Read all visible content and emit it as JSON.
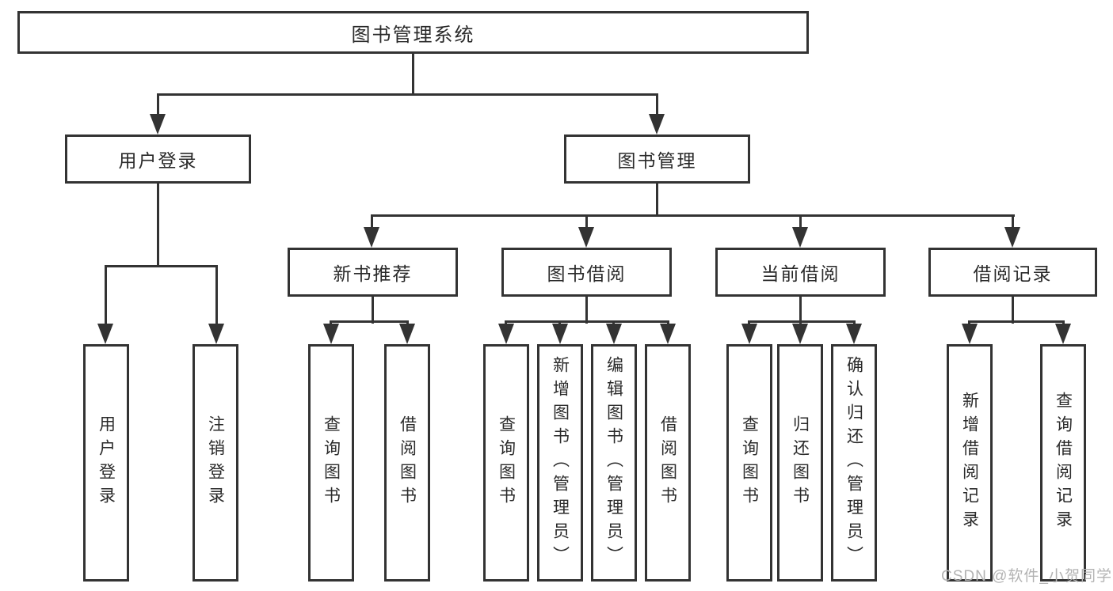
{
  "tree": {
    "root": {
      "label": "图书管理系统"
    },
    "branches": [
      {
        "label": "用户登录",
        "children": [
          "用户登录",
          "注销登录"
        ]
      },
      {
        "label": "图书管理",
        "sections": [
          {
            "label": "新书推荐",
            "children": [
              "查询图书",
              "借阅图书"
            ]
          },
          {
            "label": "图书借阅",
            "children": [
              "查询图书",
              "新增图书（管理员）",
              "编辑图书（管理员）",
              "借阅图书"
            ]
          },
          {
            "label": "当前借阅",
            "children": [
              "查询图书",
              "归还图书",
              "确认归还（管理员）"
            ]
          },
          {
            "label": "借阅记录",
            "children": [
              "新增借阅记录",
              "查询借阅记录"
            ]
          }
        ]
      }
    ]
  },
  "watermark": {
    "text": "CSDN @软件_小贺同学"
  },
  "colors": {
    "line": "#333333",
    "text": "#2a2a2a",
    "box_background": "#ffffff",
    "watermark": "#b3b3b3"
  }
}
